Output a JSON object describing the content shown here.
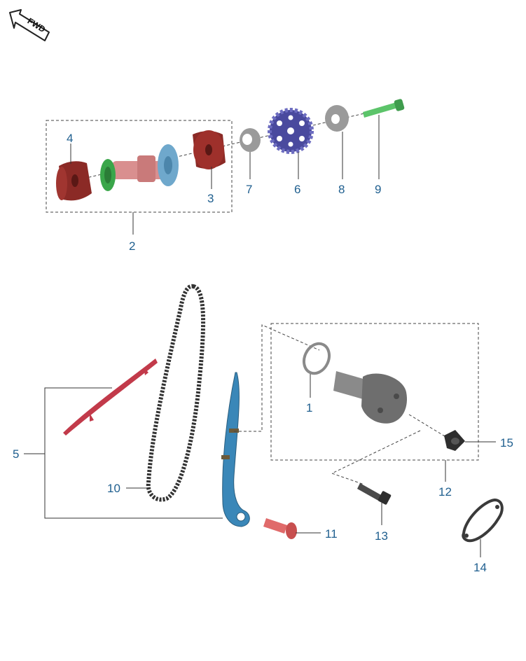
{
  "fwd_label": "FWD",
  "callouts": {
    "p1": "1",
    "p2": "2",
    "p3": "3",
    "p4": "4",
    "p5": "5",
    "p6": "6",
    "p7": "7",
    "p8": "8",
    "p9": "9",
    "p10": "10",
    "p11": "11",
    "p12": "12",
    "p13": "13",
    "p14": "14",
    "p15": "15"
  },
  "colors": {
    "callout_text": "#1f5f8f",
    "bearing_red": "#8b2a26",
    "camshaft_pink": "#d98f8f",
    "bearing_green": "#3aa64a",
    "bearing_blue": "#6fa8cc",
    "sprocket_purple": "#4a4a9e",
    "bolt_green": "#5cc46a",
    "guide_red": "#c23a4a",
    "tensioner_guide_blue": "#3a87b8",
    "pin_red": "#e06a6a",
    "tensioner_grey": "#7a7a7a"
  }
}
